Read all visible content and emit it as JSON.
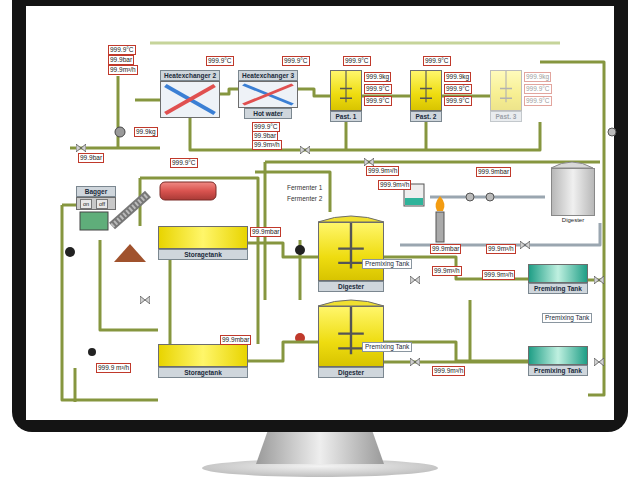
{
  "diagram": {
    "nodes": [
      {
        "text": [
          "Heatexchanger 2"
        ]
      },
      {
        "text": [
          "Heatexchanger 3"
        ]
      },
      {
        "text": [
          "Hot water"
        ]
      },
      {
        "text": [
          "Past. 1"
        ]
      },
      {
        "text": [
          "Past. 2"
        ]
      },
      {
        "text": [
          "Past. 3"
        ]
      },
      {
        "text": [
          "Bagger"
        ]
      },
      {
        "text": [
          "Storagetank"
        ]
      },
      {
        "text": [
          "Storagetank"
        ]
      },
      {
        "text": [
          "Digester"
        ]
      },
      {
        "text": [
          "Digester"
        ]
      },
      {
        "text": [
          "Digester"
        ]
      },
      {
        "text": [
          "Premixing Tank"
        ]
      },
      {
        "text": [
          "Premixing Tank"
        ]
      }
    ],
    "edges": [
      {
        "from": 0,
        "to": 1,
        "arrow": "none"
      },
      {
        "from": 1,
        "to": 3,
        "arrow": "none"
      },
      {
        "from": 3,
        "to": 4,
        "arrow": "none"
      },
      {
        "from": 4,
        "to": 5,
        "arrow": "none"
      },
      {
        "from": 7,
        "to": 8,
        "arrow": "none"
      },
      {
        "from": 7,
        "to": 9,
        "arrow": "none"
      },
      {
        "from": 8,
        "to": 10,
        "arrow": "none"
      },
      {
        "from": 9,
        "to": 12,
        "arrow": "none"
      },
      {
        "from": 10,
        "to": 13,
        "arrow": "none"
      }
    ],
    "labels": [
      "999.9°C",
      "99.9bar",
      "99.9m³/h",
      "999.9°C",
      "999.9°C",
      "999.9°C",
      "999.9°C",
      "999.9kg",
      "999.9°C",
      "999.9°C",
      "999.9kg",
      "999.9°C",
      "999.9°C",
      "999.9kg",
      "999.9°C",
      "999.9°C",
      "999.9°C",
      "99.9bar",
      "99.9m³/h",
      "99.9kg",
      "99.9bar",
      "999.9°C",
      "Fermenter 1",
      "Fermenter 2",
      "999.9m³/h",
      "999.9m³/h",
      "999.9mbar",
      "on",
      "off",
      "99.9mbar",
      "999.9 m³/h",
      "99.9mbar",
      "Premixing Tank",
      "Premixing Tank",
      "99.9mbar",
      "99.9m³/h",
      "99.9m³/h",
      "999.9m³/h",
      "Premixing Tank",
      "999.9m³/h"
    ]
  }
}
